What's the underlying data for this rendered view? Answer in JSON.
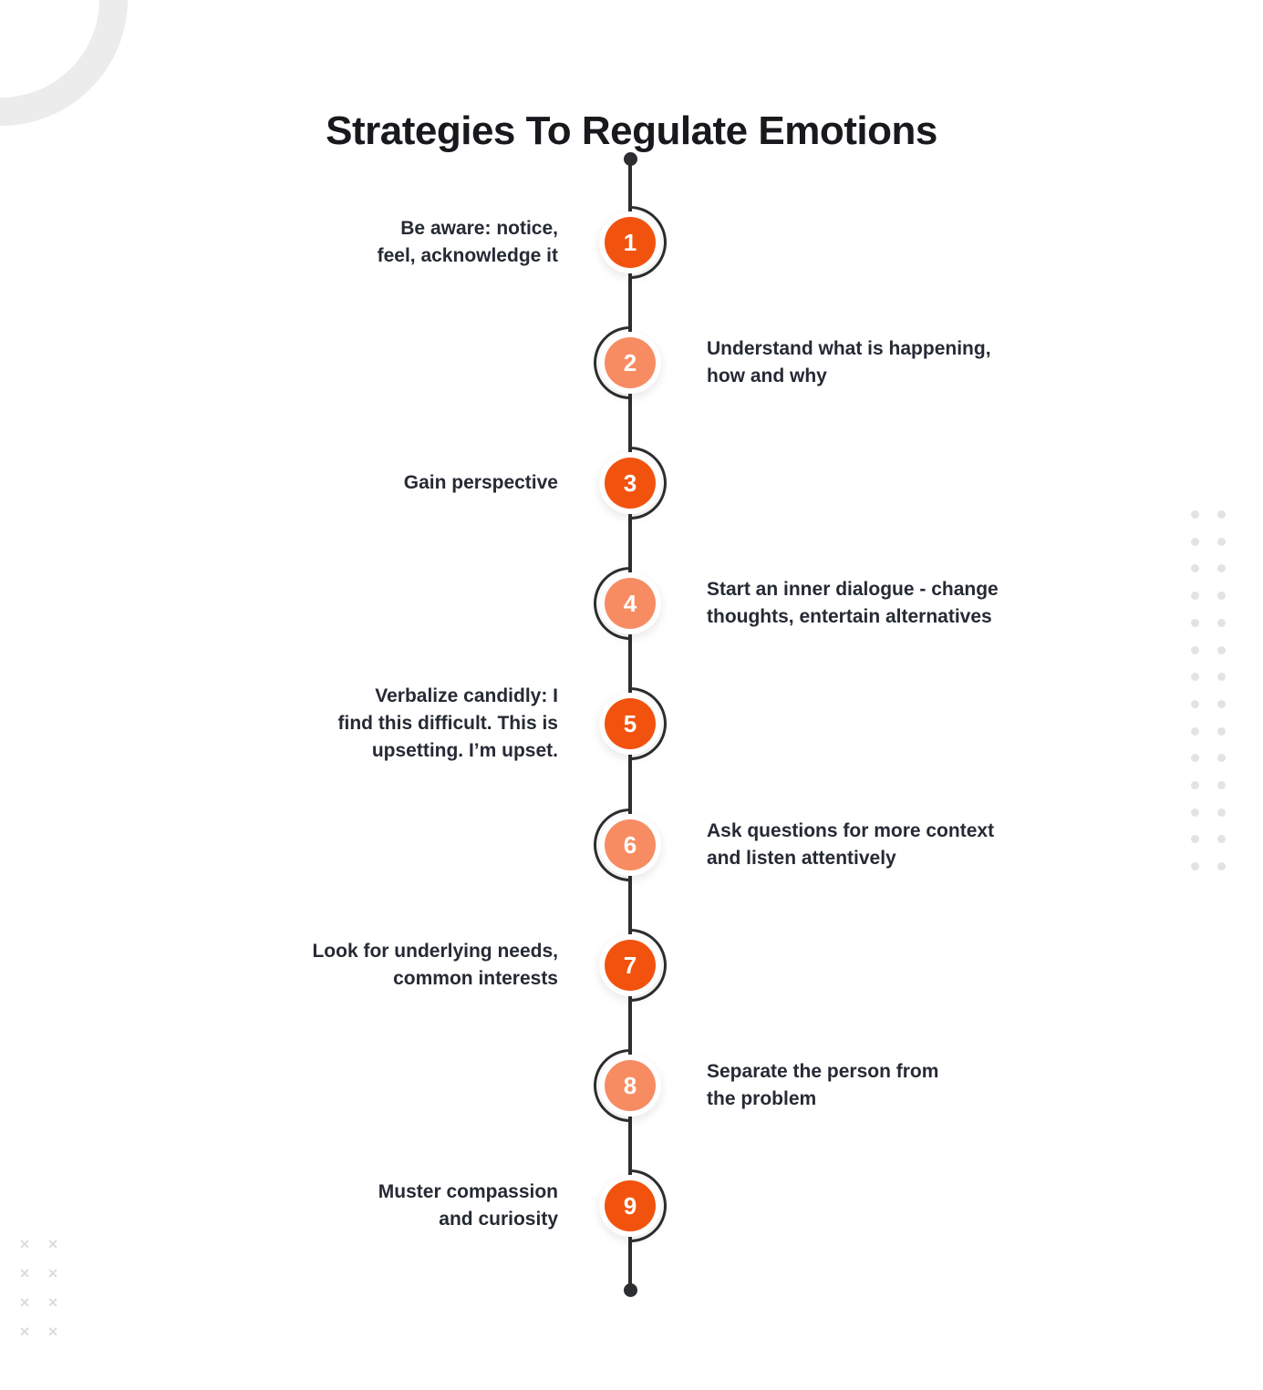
{
  "title": "Strategies To Regulate Emotions",
  "theme": {
    "dark_orange": "#F1530F",
    "light_orange": "#F78C63",
    "line_color": "#2C2E30",
    "text_color": "#252A34",
    "title_color": "#17191C",
    "decoration_gray": "#ECECEC"
  },
  "timeline": {
    "items": [
      {
        "number": "1",
        "label": "Be aware: notice,\nfeel, acknowledge it",
        "side": "left",
        "tone": "dark"
      },
      {
        "number": "2",
        "label": "Understand what is happening,\nhow and why",
        "side": "right",
        "tone": "light"
      },
      {
        "number": "3",
        "label": "Gain perspective",
        "side": "left",
        "tone": "dark"
      },
      {
        "number": "4",
        "label": "Start an inner dialogue - change\nthoughts, entertain alternatives",
        "side": "right",
        "tone": "light"
      },
      {
        "number": "5",
        "label": "Verbalize candidly: I\nfind this difficult. This is\nupsetting. I’m upset.",
        "side": "left",
        "tone": "dark"
      },
      {
        "number": "6",
        "label": "Ask questions for more context\nand listen attentively",
        "side": "right",
        "tone": "light"
      },
      {
        "number": "7",
        "label": "Look for underlying needs,\ncommon interests",
        "side": "left",
        "tone": "dark"
      },
      {
        "number": "8",
        "label": "Separate the person from\nthe problem",
        "side": "right",
        "tone": "light"
      },
      {
        "number": "9",
        "label": "Muster compassion\nand curiosity",
        "side": "left",
        "tone": "dark"
      }
    ]
  },
  "decorations": {
    "ring": {
      "name": "quarter-ring-decoration"
    },
    "dots_grid": {
      "name": "dots-grid-decoration",
      "cols": 2,
      "rows": 14
    },
    "x_grid": {
      "name": "x-grid-decoration",
      "cols": 2,
      "rows": 4,
      "glyph": "×"
    }
  }
}
